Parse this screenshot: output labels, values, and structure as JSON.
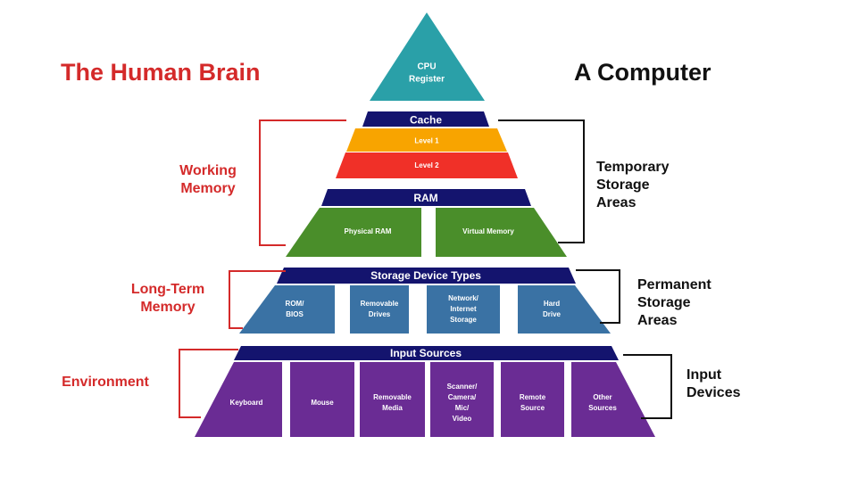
{
  "titles": {
    "brain": "The Human Brain",
    "computer": "A Computer"
  },
  "colors": {
    "brain_label": "#d42a2a",
    "computer_label": "#111111",
    "navy": "#14146e",
    "teal": "#2aa0a8",
    "orange": "#f8a400",
    "red": "#f03028",
    "green": "#4a8e2a",
    "steel_blue": "#3a72a4",
    "purple": "#6a2c94",
    "bracket_left": "#d42a2a",
    "bracket_right": "#111111"
  },
  "pyramid": {
    "apex": {
      "lines": [
        "CPU",
        "Register"
      ]
    },
    "cache": {
      "header": "Cache",
      "level1": "Level 1",
      "level2": "Level 2"
    },
    "ram": {
      "header": "RAM",
      "cells": [
        {
          "lines": [
            "Physical RAM"
          ]
        },
        {
          "lines": [
            "Virtual Memory"
          ]
        }
      ]
    },
    "storage": {
      "header": "Storage Device Types",
      "cells": [
        {
          "lines": [
            "ROM/",
            "BIOS"
          ]
        },
        {
          "lines": [
            "Removable",
            "Drives"
          ]
        },
        {
          "lines": [
            "Network/",
            "Internet",
            "Storage"
          ]
        },
        {
          "lines": [
            "Hard",
            "Drive"
          ]
        }
      ]
    },
    "input": {
      "header": "Input Sources",
      "cells": [
        {
          "lines": [
            "Keyboard"
          ]
        },
        {
          "lines": [
            "Mouse"
          ]
        },
        {
          "lines": [
            "Removable",
            "Media"
          ]
        },
        {
          "lines": [
            "Scanner/",
            "Camera/",
            "Mic/",
            "Video"
          ]
        },
        {
          "lines": [
            "Remote",
            "Source"
          ]
        },
        {
          "lines": [
            "Other",
            "Sources"
          ]
        }
      ]
    }
  },
  "left_labels": {
    "working": [
      "Working",
      "Memory"
    ],
    "longterm": [
      "Long-Term",
      "Memory"
    ],
    "environment": [
      "Environment"
    ]
  },
  "right_labels": {
    "temporary": [
      "Temporary",
      "Storage",
      "Areas"
    ],
    "permanent": [
      "Permanent",
      "Storage",
      "Areas"
    ],
    "input": [
      "Input",
      "Devices"
    ]
  }
}
